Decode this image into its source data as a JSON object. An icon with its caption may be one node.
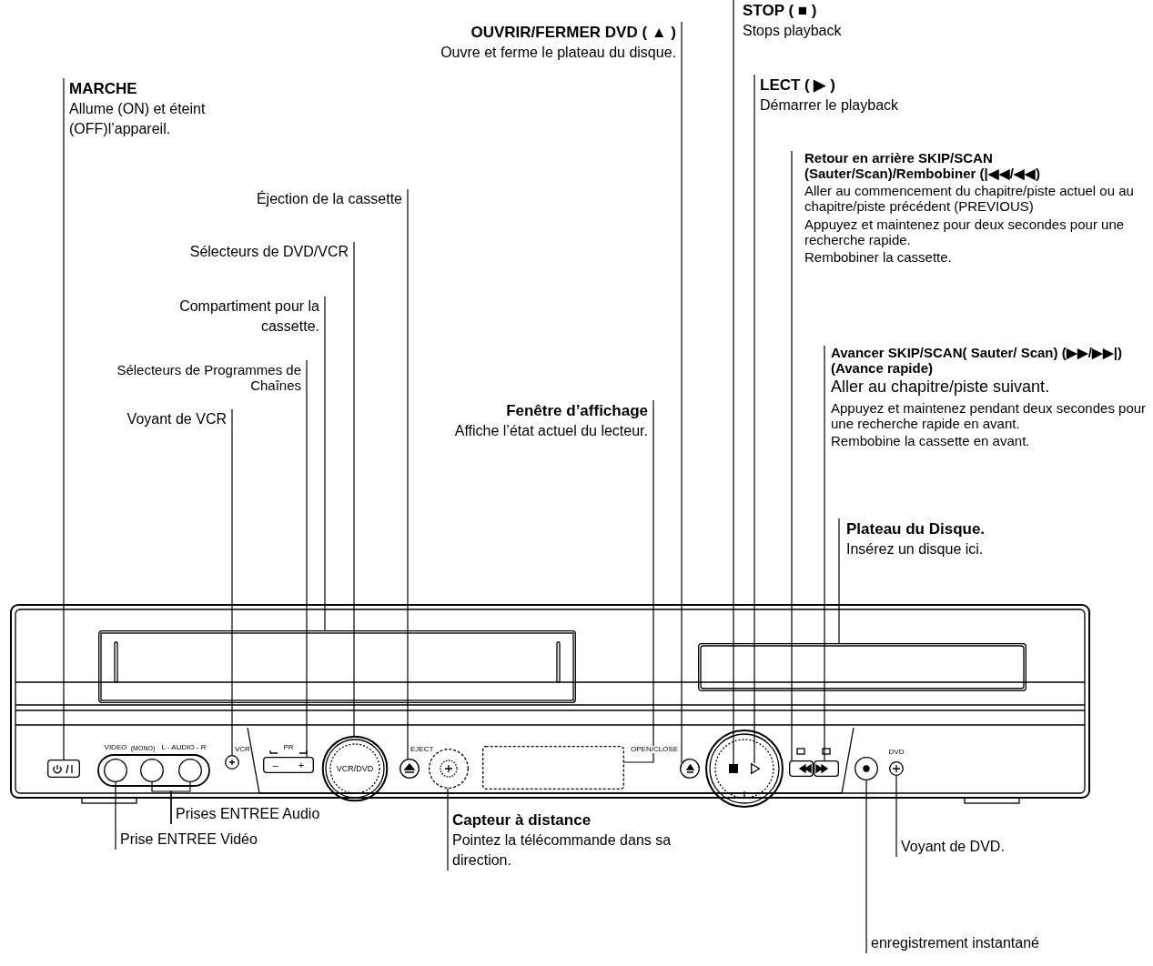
{
  "diagram": {
    "nodes": [
      {
        "text": [
          "MARCHE",
          "Allume (ON) et éteint (OFF)l’appareil."
        ]
      },
      {
        "text": [
          "OUVRIR/FERMER DVD ( ▲ )",
          "Ouvre et ferme le plateau du disque."
        ]
      },
      {
        "text": [
          "STOP ( ■ )",
          "Stops playback"
        ]
      },
      {
        "text": [
          "LECT ( ▶ )",
          "Démarrer le playback"
        ]
      },
      {
        "text": [
          "Retour en arrière SKIP/SCAN (Sauter/Scan)/Rembobiner (|◀◀/◀◀)",
          "Aller au commencement du chapitre/piste actuel ou au chapitre/piste précédent (PREVIOUS)",
          "Appuyez et maintenez pour deux secondes pour une recherche rapide.",
          "Rembobiner la cassette."
        ]
      },
      {
        "text": [
          "Avancer SKIP/SCAN( Sauter/ Scan) (▶▶/▶▶|)(Avance rapide)",
          "Aller au chapitre/piste suivant.",
          "Appuyez et maintenez pendant deux secondes pour une recherche rapide en avant.",
          "Rembobine la cassette en avant."
        ]
      },
      {
        "text": [
          "Plateau du Disque.",
          "Insérez un disque ici."
        ]
      },
      {
        "text": [
          "Éjection de la cassette"
        ]
      },
      {
        "text": [
          "Sélecteurs de DVD/VCR"
        ]
      },
      {
        "text": [
          "Compartiment pour la cassette."
        ]
      },
      {
        "text": [
          "Sélecteurs de Programmes de Chaînes"
        ]
      },
      {
        "text": [
          "Voyant de VCR"
        ]
      },
      {
        "text": [
          "Fenêtre d’affichage",
          "Affiche l’état actuel du lecteur."
        ]
      },
      {
        "text": [
          "Prises ENTREE Audio"
        ]
      },
      {
        "text": [
          "Prise ENTREE Vidéo"
        ]
      },
      {
        "text": [
          "Capteur à distance",
          "Pointez la télécommande dans sa direction."
        ]
      },
      {
        "text": [
          "Voyant de DVD."
        ]
      },
      {
        "text": [
          "enregistrement instantané"
        ]
      },
      {
        "text": [],
        "shape": "box"
      },
      {
        "text": [],
        "shape": "circle"
      },
      {
        "text": [],
        "shape": "circle"
      },
      {
        "text": [],
        "shape": "circle"
      },
      {
        "text": [],
        "shape": "circle"
      },
      {
        "text": [
          "–",
          "+"
        ]
      },
      {
        "text": [
          "VCR/DVD"
        ]
      },
      {
        "text": [],
        "shape": "circle"
      },
      {
        "text": [],
        "shape": "circle"
      },
      {
        "text": [],
        "shape": "box"
      },
      {
        "text": [],
        "shape": "circle"
      },
      {
        "text": [],
        "shape": "box"
      },
      {
        "text": [],
        "shape": "triangle"
      },
      {
        "text": [],
        "shape": "box"
      },
      {
        "text": [],
        "shape": "box"
      },
      {
        "text": [],
        "shape": "circle"
      },
      {
        "text": [],
        "shape": "circle"
      },
      {
        "text": [],
        "shape": "box"
      },
      {
        "text": [],
        "shape": "box"
      }
    ],
    "edges": [
      {
        "from": 0,
        "to": 18,
        "arrow": "none"
      },
      {
        "from": 1,
        "to": 28,
        "arrow": "none"
      },
      {
        "from": 2,
        "to": 29,
        "arrow": "none"
      },
      {
        "from": 3,
        "to": 30,
        "arrow": "none"
      },
      {
        "from": 4,
        "to": 31,
        "arrow": "none"
      },
      {
        "from": 5,
        "to": 32,
        "arrow": "none"
      },
      {
        "from": 6,
        "to": 36,
        "arrow": "none"
      },
      {
        "from": 7,
        "to": 25,
        "arrow": "none"
      },
      {
        "from": 8,
        "to": 24,
        "arrow": "none"
      },
      {
        "from": 9,
        "to": 35,
        "arrow": "none"
      },
      {
        "from": 10,
        "to": 23,
        "arrow": "none"
      },
      {
        "from": 11,
        "to": 22,
        "arrow": "none"
      },
      {
        "from": 12,
        "to": 27,
        "arrow": "none"
      },
      {
        "from": 13,
        "to": 20,
        "arrow": "none"
      },
      {
        "from": 13,
        "to": 21,
        "arrow": "none"
      },
      {
        "from": 14,
        "to": 19,
        "arrow": "none"
      },
      {
        "from": 15,
        "to": 26,
        "arrow": "none"
      },
      {
        "from": 16,
        "to": 34,
        "arrow": "none"
      },
      {
        "from": 17,
        "to": 33,
        "arrow": "none"
      }
    ],
    "labels": [
      "VIDEO",
      "(MONO)",
      "L - AUDIO - R",
      "VCR",
      "PR",
      "EJECT",
      "OPEN/CLOSE",
      "DVD"
    ]
  }
}
